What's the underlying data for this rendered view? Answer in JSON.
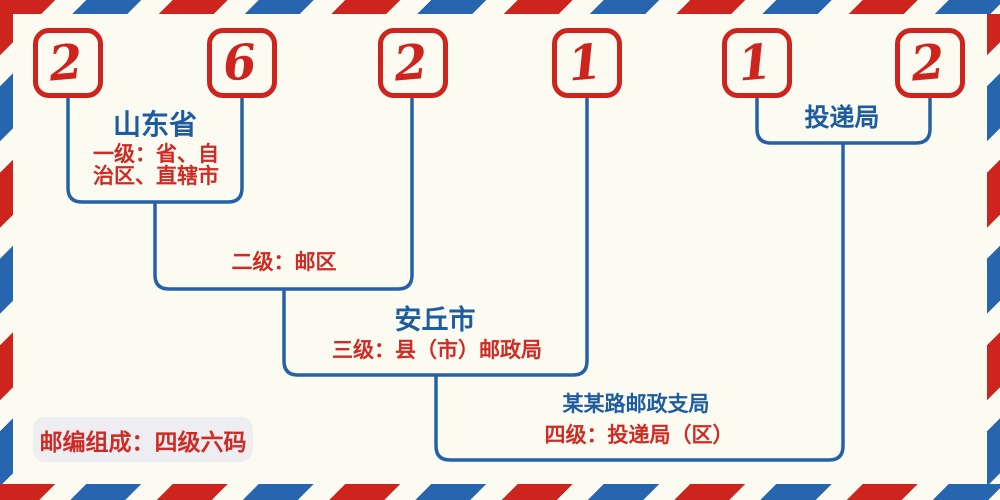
{
  "code": {
    "digits": [
      "2",
      "6",
      "2",
      "1",
      "1",
      "2"
    ]
  },
  "annotations": {
    "level1": {
      "title": "山东省",
      "desc_line1": "一级：省、自",
      "desc_line2": "治区、直辖市"
    },
    "level2": {
      "desc": "二级：邮区"
    },
    "level3": {
      "title": "安丘市",
      "desc": "三级：县（市）邮政局"
    },
    "level4": {
      "title": "某某路邮政支局",
      "desc": "四级：投递局（区）"
    },
    "delivery": {
      "title": "投递局"
    }
  },
  "footer": {
    "badge": "邮编组成：四级六码"
  },
  "colors": {
    "red": "#CE241E",
    "blue_stripe": "#2765AE",
    "line_blue": "#2661A8",
    "text_blue": "#1D5C9E",
    "text_red": "#CF2B24",
    "background": "#FBFBF2",
    "badge_bg": "#EDEDF2"
  }
}
